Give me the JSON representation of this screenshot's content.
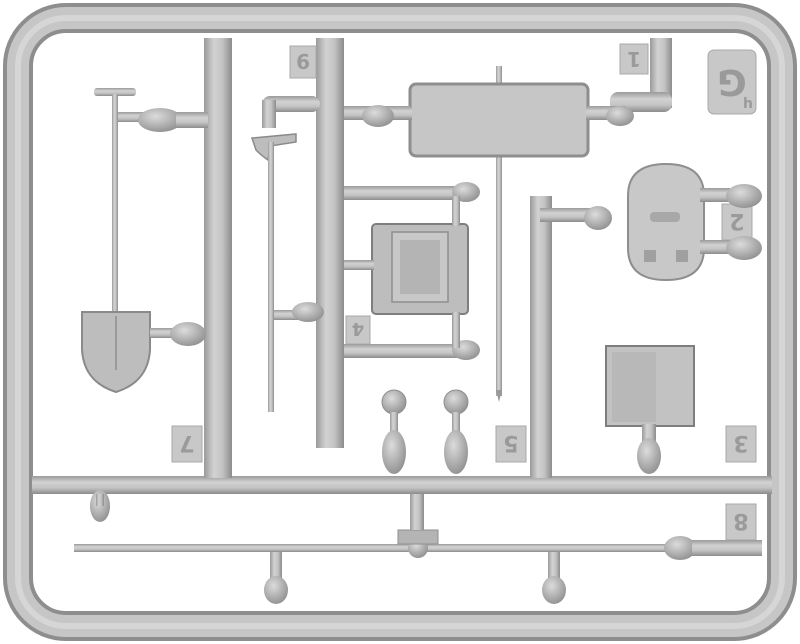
{
  "photo": {
    "plastic_color": "#b8b8b8",
    "plastic_dark": "#8e8e8e",
    "plastic_light": "#d6d6d6",
    "background": "#ffffff"
  },
  "sprue_frame": {
    "letter_tab": "G",
    "letter_tab_sub": "h"
  },
  "part_numbers": [
    "1",
    "2",
    "3",
    "4",
    "5",
    "6",
    "7",
    "8"
  ],
  "parts": [
    "shovel",
    "pickaxe",
    "hatch-plate",
    "sign-panel",
    "jerry-can",
    "panel-plate",
    "round-lamp",
    "long-rod"
  ]
}
